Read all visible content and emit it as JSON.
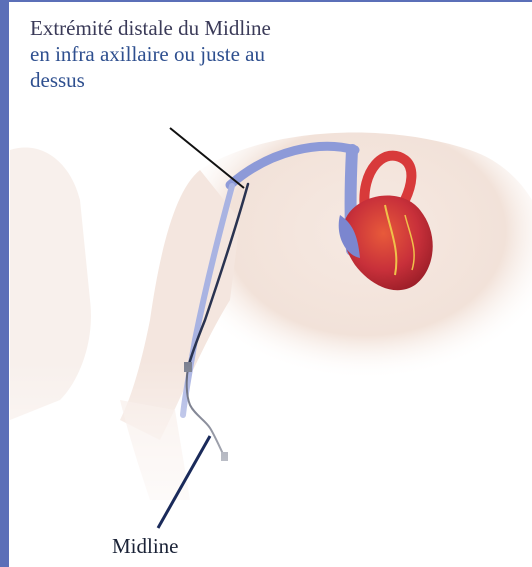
{
  "annotations": {
    "tip_label_line1": "Extrémité distale du Midline",
    "tip_label_line2": "en infra axillaire ou juste au",
    "tip_label_line3": "dessus",
    "device_label": "Midline"
  },
  "colors": {
    "border": "#5b6fb8",
    "label_dark": "#3a3a58",
    "label_blue": "#2e4f8f",
    "vein": "#8d9ad8",
    "catheter": "#2a3350",
    "heart": "#c8303a",
    "skin": "#f3e4dc"
  }
}
